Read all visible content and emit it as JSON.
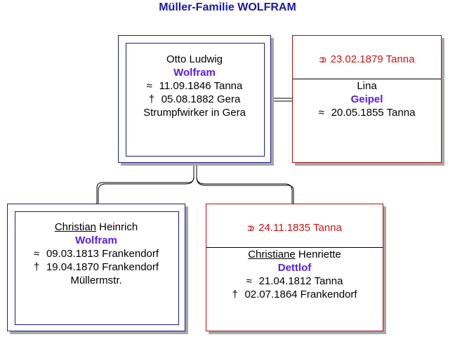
{
  "title": "Müller-Familie WOLFRAM",
  "gen1": {
    "husband": {
      "given": "Otto Ludwig",
      "surname": "Wolfram",
      "baptism_symbol": "≈",
      "baptism": "11.09.1846 Tanna",
      "death_symbol": "†",
      "death": "05.08.1882 Gera",
      "occupation": "Strumpfwirker in Gera"
    },
    "marriage": {
      "rings_icon": "ↄↄ",
      "text": "23.02.1879 Tanna"
    },
    "wife": {
      "given": "Lina",
      "surname": "Geipel",
      "baptism_symbol": "≈",
      "baptism": "20.05.1855 Tanna"
    }
  },
  "gen0": {
    "husband": {
      "given_underlined": "Christian",
      "given_rest": " Heinrich",
      "surname": "Wolfram",
      "baptism_symbol": "≈",
      "baptism": "09.03.1813 Frankendorf",
      "death_symbol": "†",
      "death": "19.04.1870 Frankendorf",
      "occupation": "Müllermstr."
    },
    "marriage": {
      "rings_icon": "ↄↄ",
      "text": "24.11.1835 Tanna"
    },
    "wife": {
      "given_underlined": "Christiane",
      "given_rest": " Henriette",
      "surname": "Dettlof",
      "baptism_symbol": "≈",
      "baptism": "21.04.1812 Tanna",
      "death_symbol": "†",
      "death": "02.07.1864 Frankendorf"
    }
  },
  "colors": {
    "title": "#1a1aa6",
    "male_border": "#1c1c8c",
    "female_border": "#b01010",
    "marriage_text": "#d11313",
    "surname": "#5a1ee0",
    "shadow": "#a7a7a7"
  }
}
